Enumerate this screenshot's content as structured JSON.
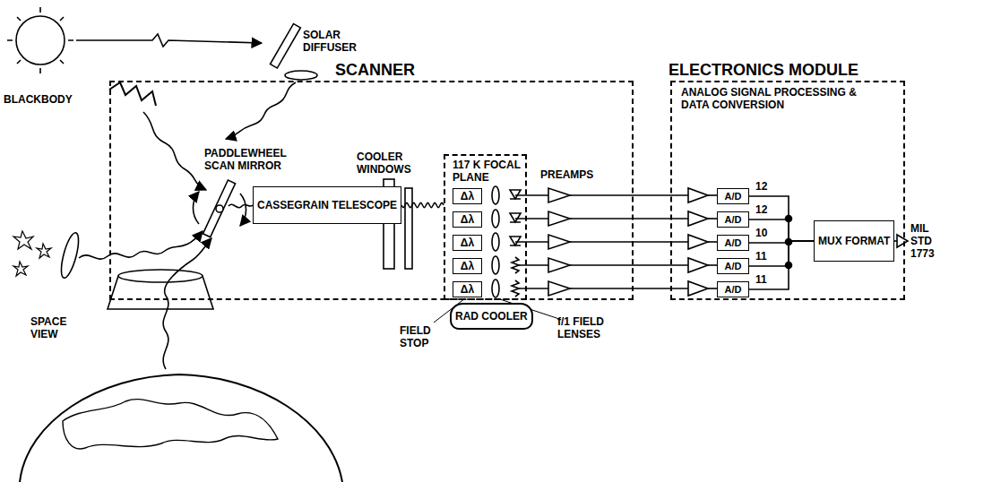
{
  "diagram": {
    "nodes": [
      {
        "text": [
          "SCANNER"
        ]
      },
      {
        "text": [
          "CASSEGRAIN TELESCOPE"
        ],
        "in": 0
      },
      {
        "text": [
          "117 K FOCAL PLANE"
        ],
        "in": 0
      },
      {
        "text": [
          "Δλ"
        ],
        "in": 2
      },
      {
        "text": [
          "Δλ"
        ],
        "in": 2
      },
      {
        "text": [
          "Δλ"
        ],
        "in": 2
      },
      {
        "text": [
          "Δλ"
        ],
        "in": 2
      },
      {
        "text": [
          "Δλ"
        ],
        "in": 2
      },
      {
        "text": [
          "RAD COOLER"
        ]
      },
      {
        "text": [
          "ELECTRONICS MODULE"
        ]
      },
      {
        "text": [
          "A/D"
        ],
        "in": 9
      },
      {
        "text": [
          "A/D"
        ],
        "in": 9
      },
      {
        "text": [
          "A/D"
        ],
        "in": 9
      },
      {
        "text": [
          "A/D"
        ],
        "in": 9
      },
      {
        "text": [
          "A/D"
        ],
        "in": 9
      },
      {
        "text": [
          "MUX FORMAT"
        ],
        "in": 9
      }
    ],
    "edges": [
      {
        "from": 1,
        "to": 2,
        "arrow": "none"
      },
      {
        "from": 10,
        "to": 15,
        "arrow": "none"
      },
      {
        "from": 11,
        "to": 15,
        "arrow": "none"
      },
      {
        "from": 12,
        "to": 15,
        "arrow": "none"
      },
      {
        "from": 13,
        "to": 15,
        "arrow": "none"
      },
      {
        "from": 14,
        "to": 15,
        "arrow": "none"
      }
    ],
    "labels": [
      "SOLAR DIFFUSER",
      "BLACKBODY",
      "PADDLEWHEEL SCAN MIRROR",
      "COOLER WINDOWS",
      "PREAMPS",
      "ANALOG SIGNAL PROCESSING & DATA CONVERSION",
      "12",
      "12",
      "10",
      "11",
      "11",
      "MIL STD 1773",
      "FIELD STOP",
      "f/1 FIELD LENSES",
      "SPACE VIEW"
    ]
  }
}
